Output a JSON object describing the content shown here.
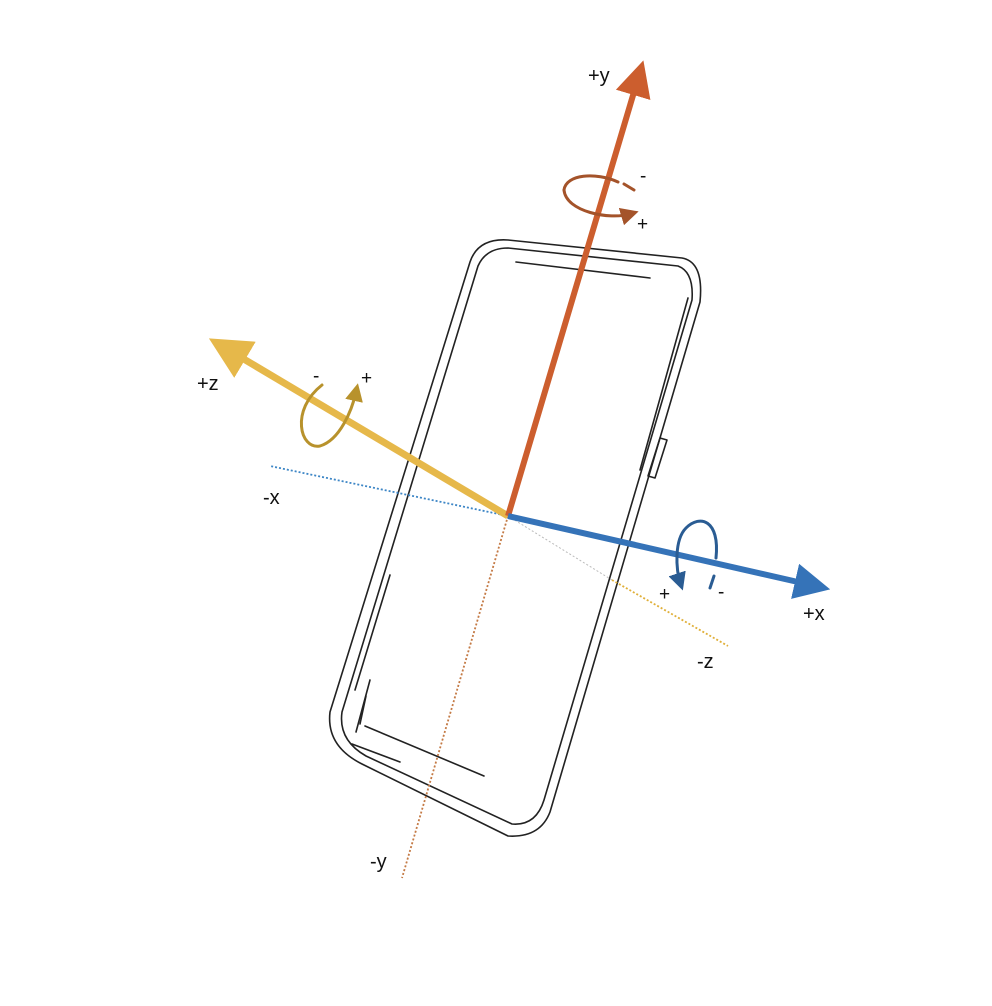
{
  "figure": {
    "type": "device coordinate axes diagram",
    "device": "phone"
  },
  "colors": {
    "x_axis": "#3573b8",
    "y_axis": "#cc5e2e",
    "z_axis": "#e6b84a",
    "z_rotation": "#b8922c",
    "y_rotation": "#a4532a",
    "x_rotation": "#2a5c93",
    "device_outline": "#222222",
    "neg_x_line": "#3d86c6",
    "neg_y_line": "#c47a45",
    "neg_z_line": "#e0b03a",
    "hidden_axis_line": "#bbbbbb"
  },
  "axes": {
    "x": {
      "positive_label": "+x",
      "negative_label": "-x",
      "rotation": {
        "plus_label": "+",
        "minus_label": "-"
      }
    },
    "y": {
      "positive_label": "+y",
      "negative_label": "-y",
      "rotation": {
        "plus_label": "+",
        "minus_label": "-"
      }
    },
    "z": {
      "positive_label": "+z",
      "negative_label": "-z",
      "rotation": {
        "plus_label": "+",
        "minus_label": "-"
      }
    }
  }
}
